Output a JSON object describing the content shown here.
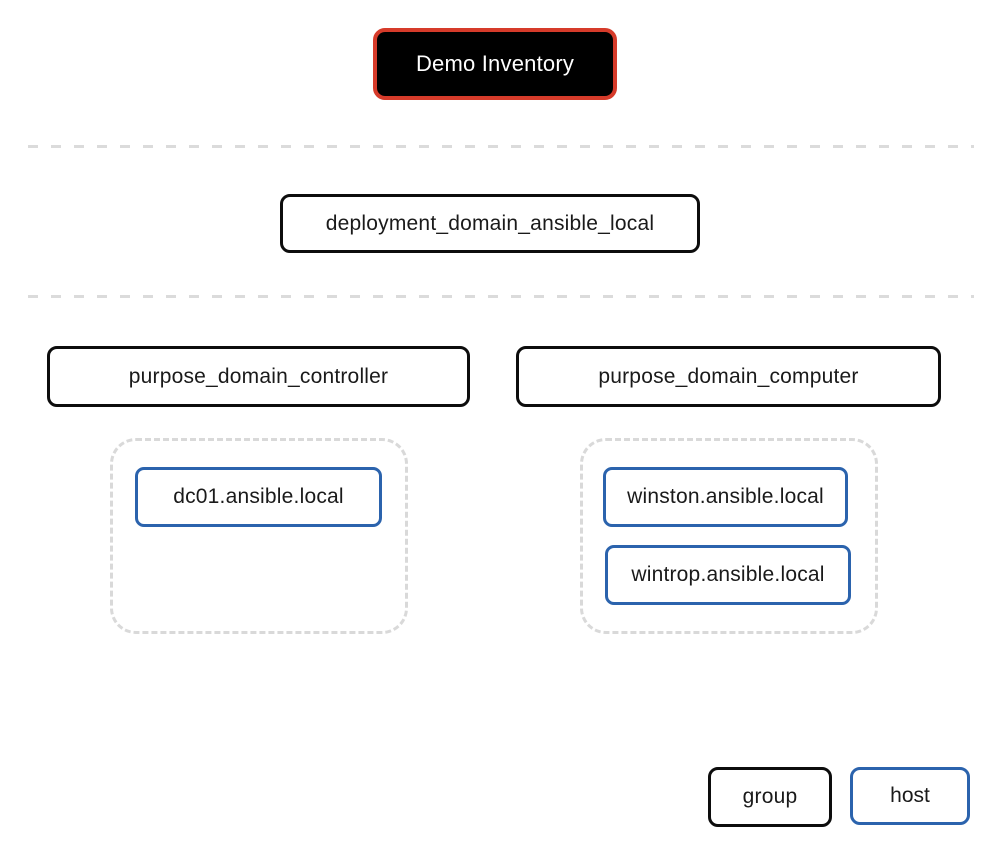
{
  "inventory": {
    "label": "Demo Inventory"
  },
  "groups": {
    "deployment": {
      "label": "deployment_domain_ansible_local"
    },
    "purpose": [
      {
        "label": "purpose_domain_controller",
        "hosts": [
          "dc01.ansible.local"
        ]
      },
      {
        "label": "purpose_domain_computer",
        "hosts": [
          "winston.ansible.local",
          "wintrop.ansible.local"
        ]
      }
    ]
  },
  "legend": {
    "group_label": "group",
    "host_label": "host"
  },
  "colors": {
    "inventory_border": "#d63b2a",
    "inventory_background": "#000000",
    "group_border": "#0d0d0d",
    "host_border": "#2b63ad",
    "divider_dash": "#dbdbdb",
    "container_dash": "#d9d9d9"
  }
}
